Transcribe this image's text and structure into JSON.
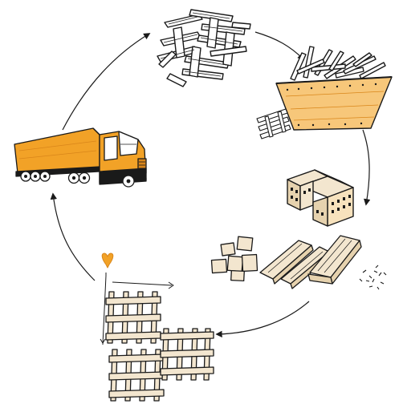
{
  "diagram": {
    "type": "cycle",
    "stages": [
      {
        "id": "broken-pallets",
        "icon": "broken-pallet-pile-icon"
      },
      {
        "id": "collection-skip",
        "icon": "wood-skip-container-icon"
      },
      {
        "id": "processing-factory",
        "icon": "factory-building-icon"
      },
      {
        "id": "recovered-materials",
        "icon": "recycled-wood-blocks-icon"
      },
      {
        "id": "new-pallets",
        "icon": "new-pallets-icon"
      },
      {
        "id": "delivery-truck",
        "icon": "orange-truck-icon"
      }
    ],
    "colors": {
      "ink": "#1a1a1a",
      "orange": "#f2a227",
      "orange_dark": "#d9861a",
      "skip_fill": "#f7c77a",
      "wood": "#f3e6cf",
      "wood_dark": "#e6d2ae"
    }
  }
}
